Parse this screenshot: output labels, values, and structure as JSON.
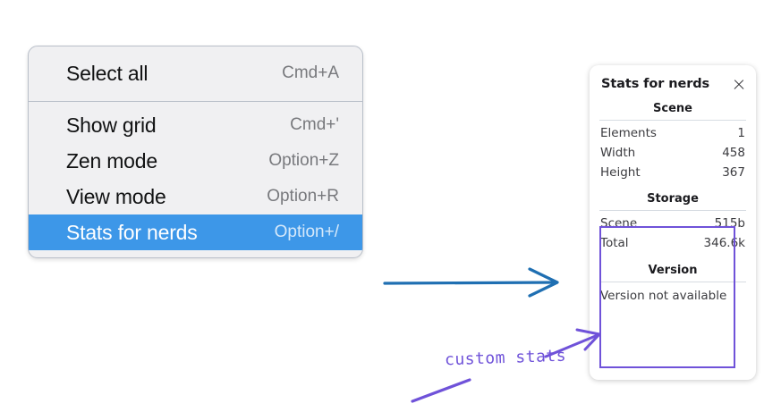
{
  "context_menu": {
    "name": "context-menu",
    "groups": [
      {
        "items": [
          {
            "label": "Select all",
            "shortcut": "Cmd+A",
            "selected": false
          }
        ]
      },
      {
        "items": [
          {
            "label": "Show grid",
            "shortcut": "Cmd+'",
            "selected": false
          },
          {
            "label": "Zen mode",
            "shortcut": "Option+Z",
            "selected": false
          },
          {
            "label": "View mode",
            "shortcut": "Option+R",
            "selected": false
          },
          {
            "label": "Stats for nerds",
            "shortcut": "Option+/",
            "selected": true
          }
        ]
      }
    ]
  },
  "stats_panel": {
    "title": "Stats for nerds",
    "close_icon": "close-icon",
    "sections": [
      {
        "title": "Scene",
        "rows": [
          {
            "key": "Elements",
            "value": "1"
          },
          {
            "key": "Width",
            "value": "458"
          },
          {
            "key": "Height",
            "value": "367"
          }
        ]
      },
      {
        "title": "Storage",
        "rows": [
          {
            "key": "Scene",
            "value": "515b"
          },
          {
            "key": "Total",
            "value": "346.6k"
          }
        ]
      },
      {
        "title": "Version",
        "single": "Version not available"
      }
    ]
  },
  "annotations": {
    "custom_stats_label": "custom stats",
    "arrow_blue_color": "#1f6fb2",
    "arrow_purple_color": "#6f52d9",
    "highlight_box_color": "#6f52d9"
  },
  "colors": {
    "menu_background": "#f0f0f2",
    "menu_border": "#b9bfc9",
    "selection_blue": "#3d97e8",
    "panel_background": "#ffffff",
    "purple_accent": "#6f52d9",
    "blue_arrow": "#1f6fb2"
  }
}
